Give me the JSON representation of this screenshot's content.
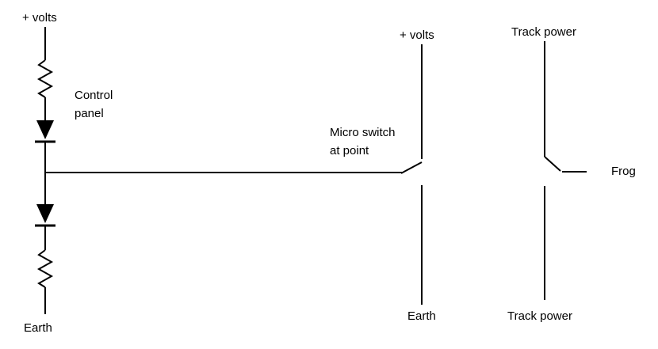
{
  "diagram": {
    "title_semantic": "point-frog-wiring-circuit-diagram",
    "colors": {
      "wire": "#000000",
      "background": "#ffffff"
    },
    "labels": {
      "left_plus_volts": "+ volts",
      "control_panel": [
        "Control",
        "panel"
      ],
      "left_earth": "Earth",
      "micro_switch": [
        "Micro switch",
        "at point"
      ],
      "mid_plus_volts": "+ volts",
      "mid_earth": "Earth",
      "track_power_top": "Track power",
      "track_power_bottom": "Track power",
      "frog": "Frog"
    },
    "components": [
      "resistor-upper",
      "diode-upper",
      "diode-lower",
      "resistor-lower",
      "micro-switch-at-point",
      "frog-switch"
    ]
  }
}
